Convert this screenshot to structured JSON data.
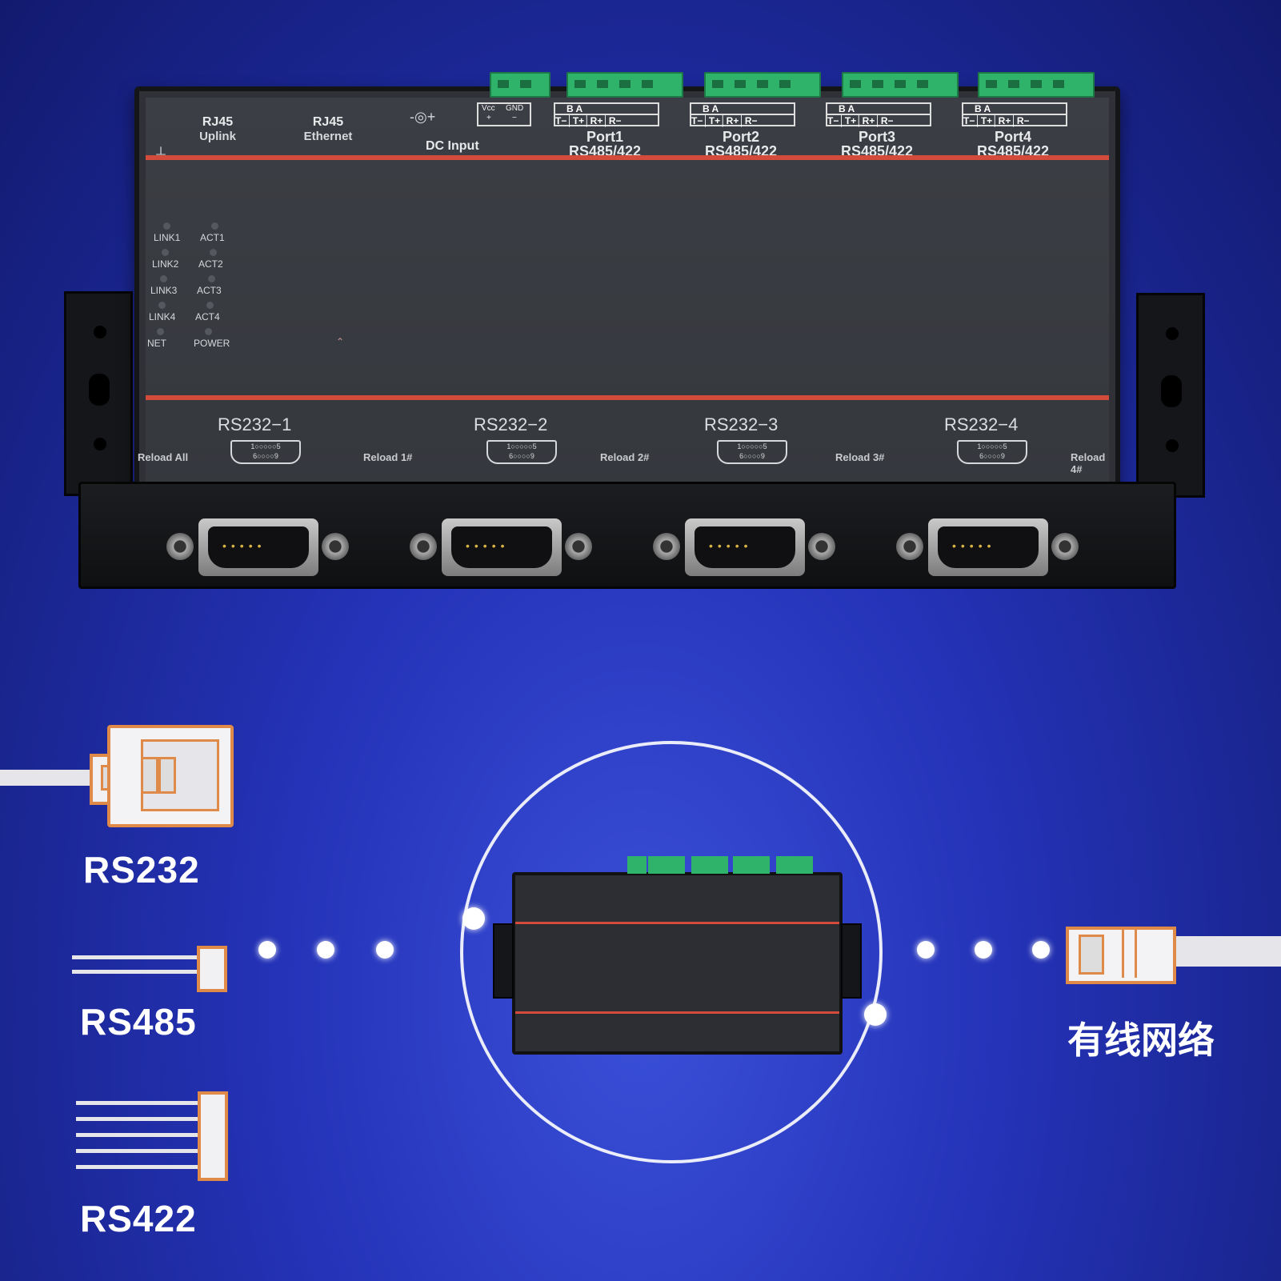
{
  "device": {
    "top_labels": {
      "rj45_uplink_1": "RJ45",
      "rj45_uplink_2": "Uplink",
      "rj45_ethernet_1": "RJ45",
      "rj45_ethernet_2": "Ethernet",
      "dc_input": "DC Input",
      "vcc": "Vcc",
      "gnd": "GND",
      "plus": "+",
      "minus": "−"
    },
    "ports": [
      {
        "name": "Port1",
        "type": "RS485/422",
        "pins_top": "B   A",
        "pins_bottom": "T−│T+│R+│R−"
      },
      {
        "name": "Port2",
        "type": "RS485/422",
        "pins_top": "B   A",
        "pins_bottom": "T−│T+│R+│R−"
      },
      {
        "name": "Port3",
        "type": "RS485/422",
        "pins_top": "B   A",
        "pins_bottom": "T−│T+│R+│R−"
      },
      {
        "name": "Port4",
        "type": "RS485/422",
        "pins_top": "B   A",
        "pins_bottom": "T−│T+│R+│R−"
      }
    ],
    "leds": [
      {
        "left": "LINK1",
        "right": "ACT1"
      },
      {
        "left": "LINK2",
        "right": "ACT2"
      },
      {
        "left": "LINK3",
        "right": "ACT3"
      },
      {
        "left": "LINK4",
        "right": "ACT4"
      },
      {
        "left": "NET",
        "right": "POWER"
      }
    ],
    "rs232": [
      "RS232−1",
      "RS232−2",
      "RS232−3",
      "RS232−4"
    ],
    "reload": [
      "Reload All",
      "Reload 1#",
      "Reload 2#",
      "Reload 3#",
      "Reload 4#"
    ],
    "db9_icon_top": "1○○○○○5",
    "db9_icon_bottom": "6○○○○9",
    "db9_pins": "•••••"
  },
  "diagram": {
    "left_labels": [
      "RS232",
      "RS485",
      "RS422"
    ],
    "right_label": "有线网络"
  },
  "colors": {
    "accent_red": "#d34b3a",
    "terminal_green": "#2fb36a",
    "connector_orange": "#e08a4a",
    "background_blue": "#2433b8"
  }
}
